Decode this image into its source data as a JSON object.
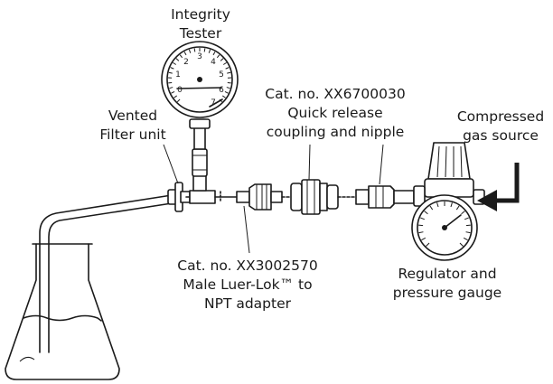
{
  "labels": {
    "integrity_tester": [
      "Integrity",
      "Tester"
    ],
    "vented_filter": [
      "Vented",
      "Filter unit"
    ],
    "quick_release": [
      "Cat. no. XX6700030",
      "Quick release",
      "coupling and nipple"
    ],
    "compressed_gas": [
      "Compressed",
      "gas source"
    ],
    "luer_adapter": [
      "Cat. no. XX3002570",
      "Male Luer-Lok™ to",
      "NPT adapter"
    ],
    "regulator": [
      "Regulator and",
      "pressure gauge"
    ]
  },
  "gauge_numbers": [
    "0",
    "1",
    "2",
    "3",
    "4",
    "5",
    "6",
    "7"
  ]
}
